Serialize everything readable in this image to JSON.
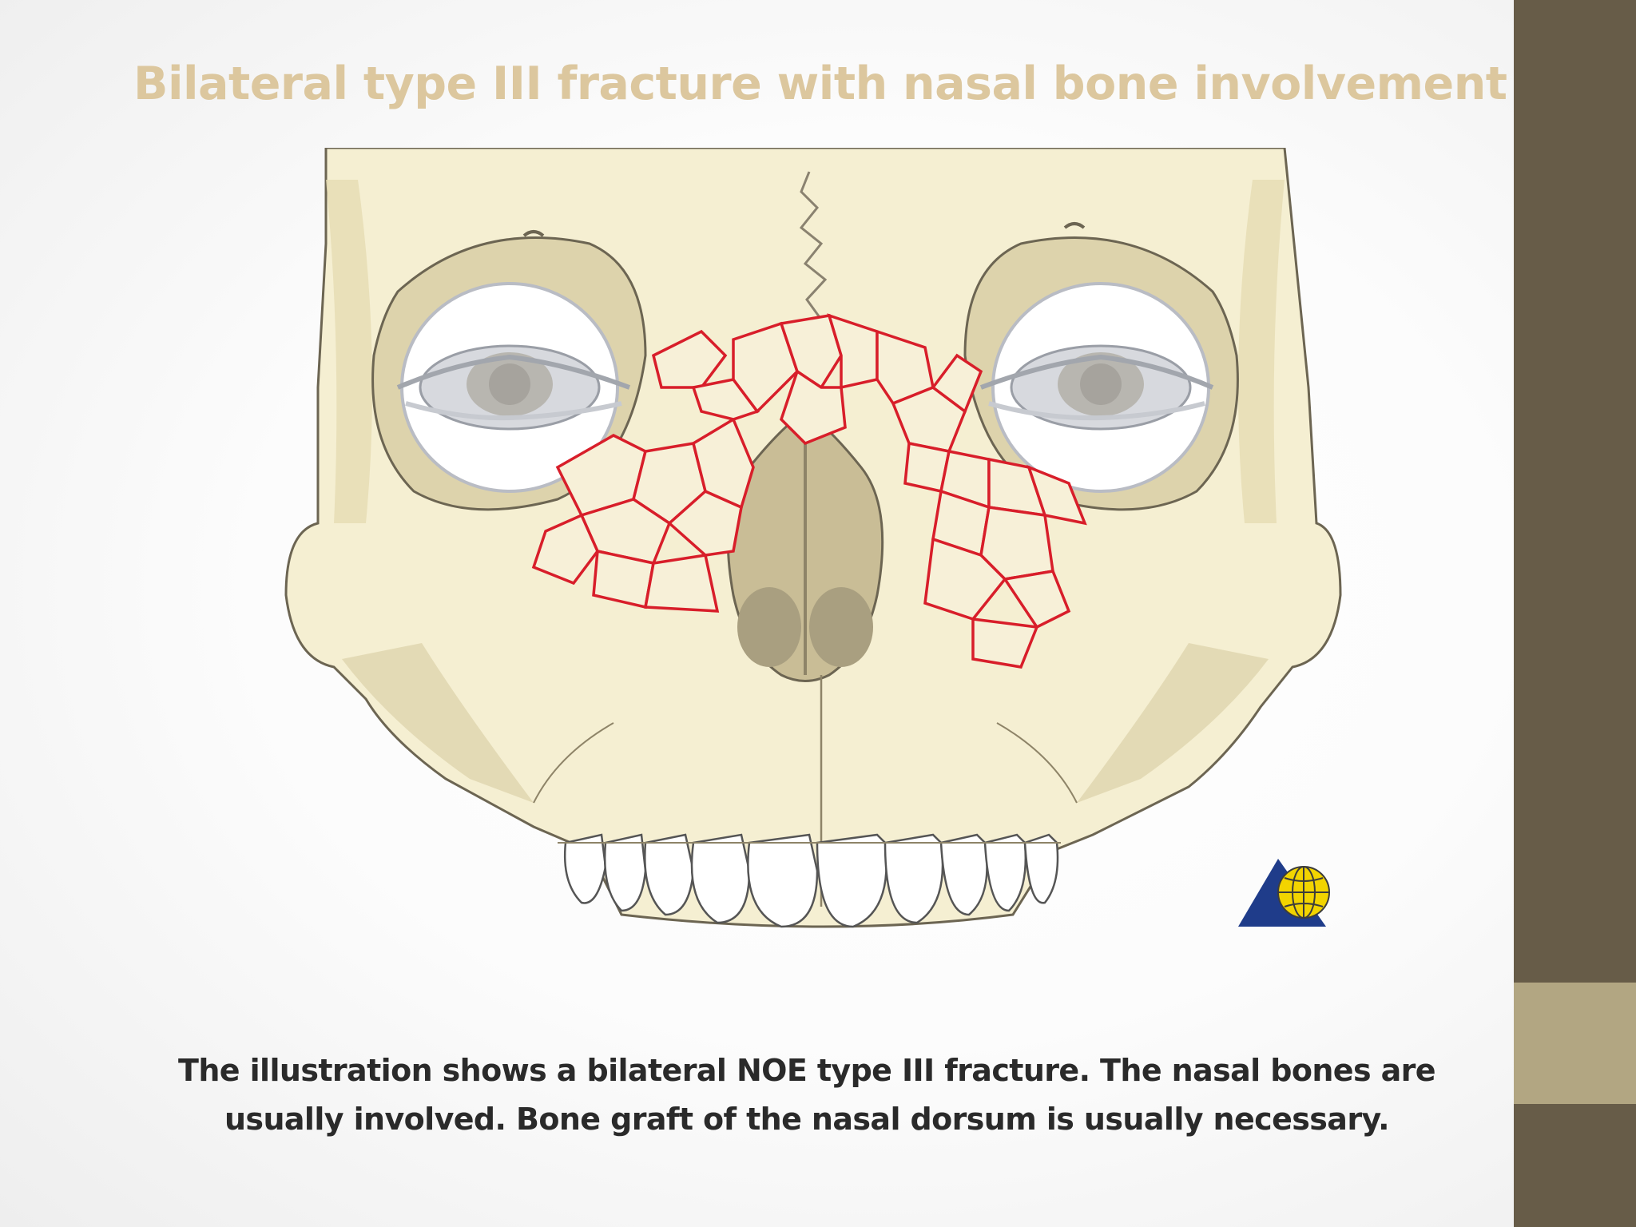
{
  "slide": {
    "title": "Bilateral type III fracture with nasal bone involvement",
    "caption": "The illustration shows a bilateral NOE type III fracture. The nasal bones are usually involved. Bone graft of the nasal dorsum is usually necessary."
  },
  "figure": {
    "subject": "skull-frontal-view",
    "logo": "globe-triangle-logo"
  },
  "colors": {
    "title": "#dcc79e",
    "caption": "#2a2a2a",
    "side_band": "#675c48",
    "side_accent": "#b2a682",
    "bone": "#f5efd2",
    "bone_shadow": "#d9cfa8",
    "fracture_lines": "#d81e2a",
    "logo_blue": "#1f3c8a",
    "logo_yellow": "#f2d400"
  }
}
